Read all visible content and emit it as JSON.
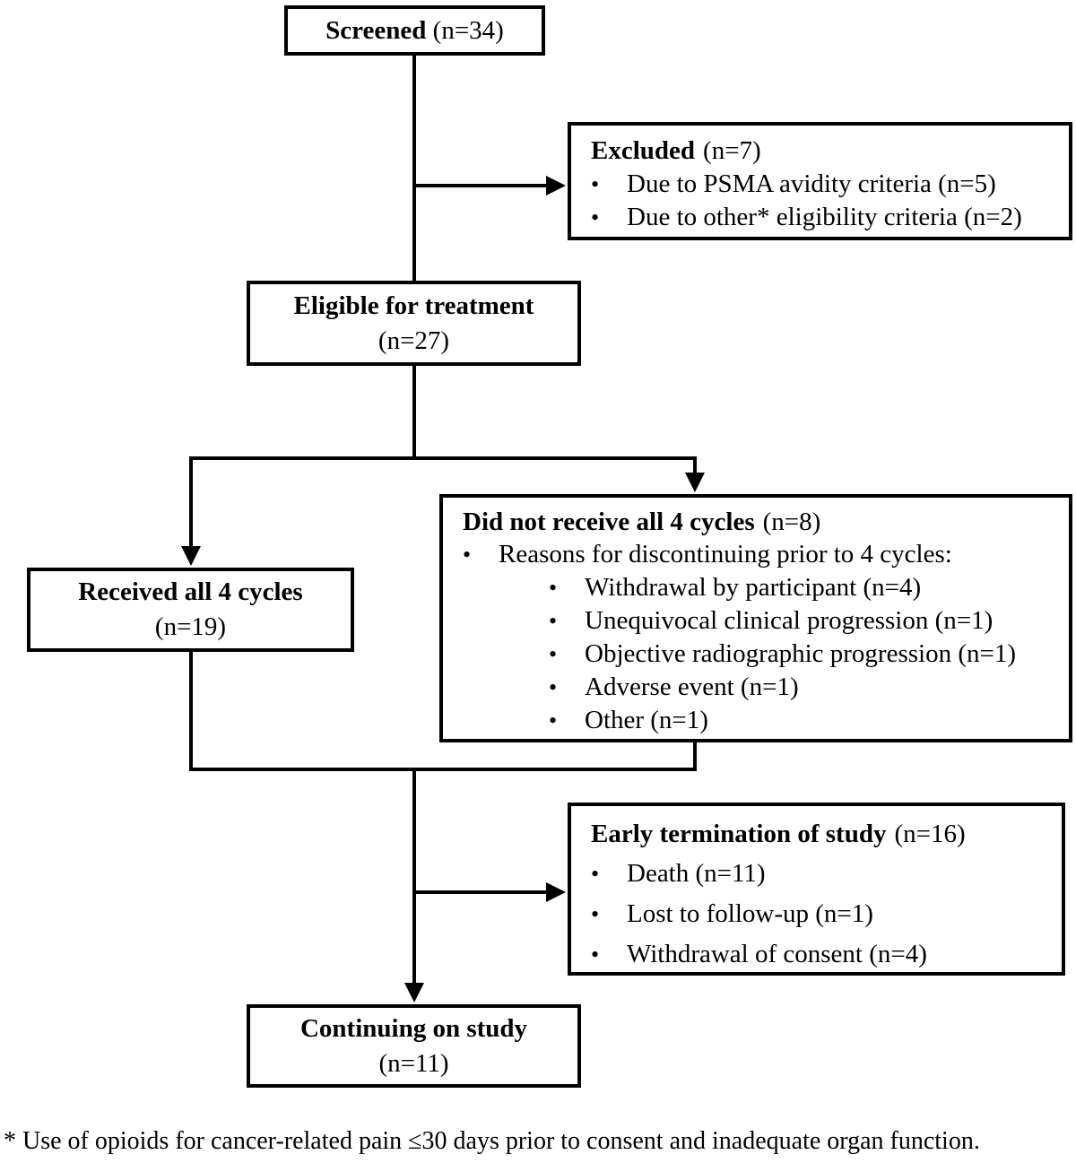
{
  "diagram": {
    "boxes": {
      "screened": {
        "title": "Screened",
        "count": "(n=34)"
      },
      "excluded": {
        "title": "Excluded",
        "count": "(n=7)",
        "bullets": [
          "Due to PSMA avidity criteria (n=5)",
          "Due to other* eligibility criteria (n=2)"
        ]
      },
      "eligible": {
        "title": "Eligible for treatment",
        "count": "(n=27)"
      },
      "received": {
        "title": "Received all 4 cycles",
        "count": "(n=19)"
      },
      "not_received": {
        "title": "Did not receive all 4 cycles",
        "count": "(n=8)",
        "bullets": [
          "Reasons for discontinuing prior to 4 cycles:"
        ],
        "sub_bullets": [
          "Withdrawal by participant (n=4)",
          "Unequivocal clinical progression (n=1)",
          "Objective radiographic progression (n=1)",
          "Adverse event (n=1)",
          "Other (n=1)"
        ]
      },
      "early_termination": {
        "title": "Early termination of study",
        "count": "(n=16)",
        "bullets": [
          "Death (n=11)",
          "Lost to follow-up (n=1)",
          "Withdrawal of consent (n=4)"
        ]
      },
      "continuing": {
        "title": "Continuing on study",
        "count": "(n=11)"
      }
    },
    "footnote": "* Use of opioids for cancer-related pain ≤30 days prior to consent and inadequate organ function.",
    "colors": {
      "line": "#000000",
      "text": "#000000",
      "background": "#ffffff"
    }
  },
  "ui": {
    "bullet_char": "•"
  }
}
